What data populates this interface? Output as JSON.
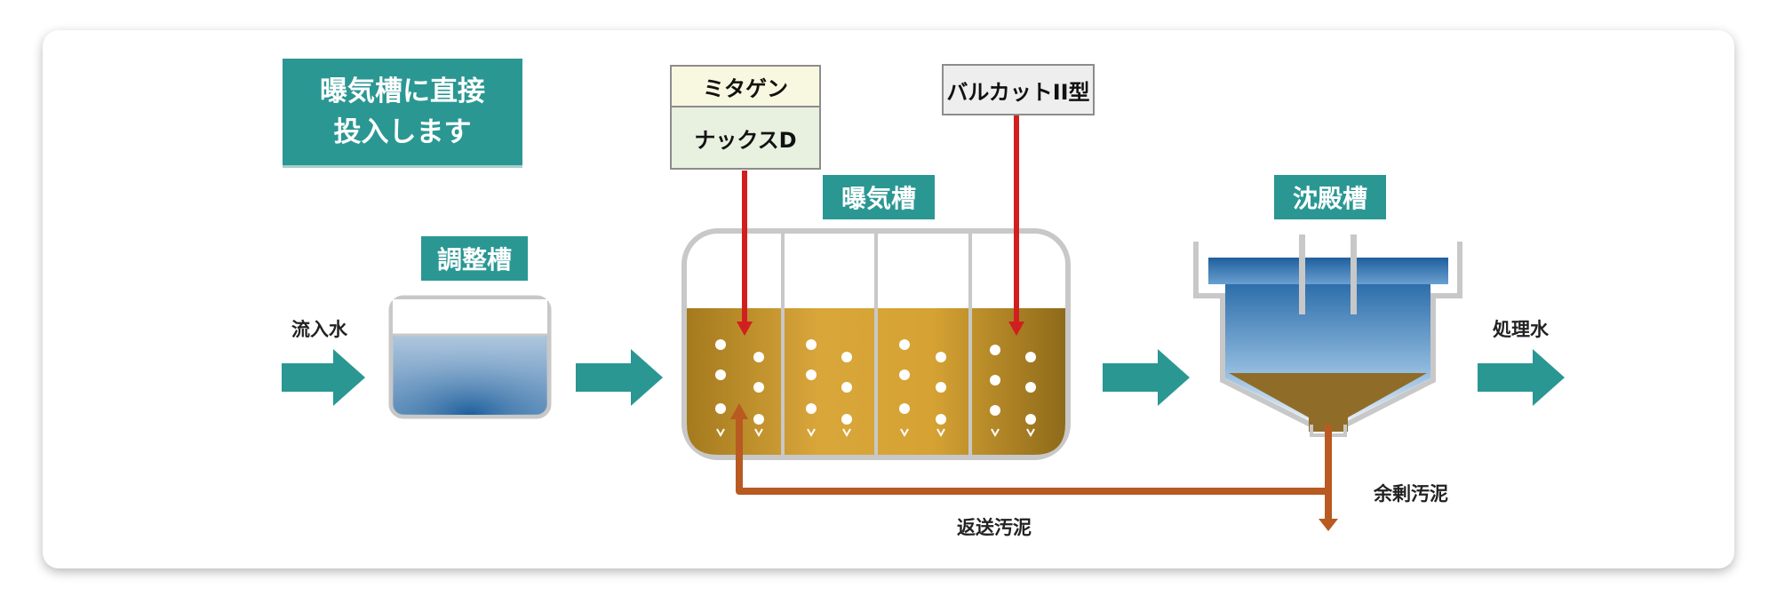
{
  "callout": {
    "line1": "曝気槽に直接",
    "line2": "投入します"
  },
  "tanks": {
    "adjustment": "調整槽",
    "aeration": "曝気槽",
    "sedimentation": "沈殿槽"
  },
  "flow": {
    "inflow": "流入水",
    "treated": "処理水",
    "return_sludge": "返送汚泥",
    "excess_sludge": "余剰汚泥"
  },
  "products": {
    "mitagen": "ミタゲン",
    "nax_d": "ナックスD",
    "balcut": "バルカットII型"
  },
  "colors": {
    "teal": "#2a9793",
    "red_arrow": "#d11f1f",
    "sludge_line": "#b85a22",
    "aeration_liquid": "#c8952a",
    "mitagen_bg": "#f8f8e0",
    "nax_bg": "#e8f0e0",
    "balcut_bg": "#eeeeee"
  }
}
